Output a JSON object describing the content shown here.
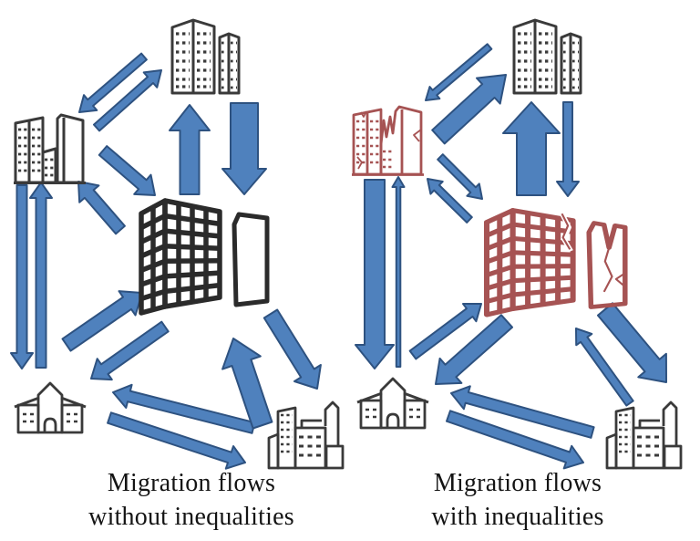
{
  "colors": {
    "background": "#ffffff",
    "arrow_fill": "#4f81bd",
    "arrow_stroke": "#2e5280",
    "building_dark": "#2b2b2b",
    "building_outline": "#3a3a3a",
    "building_red": "#a65353",
    "text_color": "#141414"
  },
  "panels": {
    "left": {
      "caption_line1": "Migration flows",
      "caption_line2": "without inequalities",
      "icons": [
        "skyscraper-pair-icon",
        "midrise-buildings-icon",
        "large-building-icon",
        "house-icon",
        "city-buildings-icon"
      ]
    },
    "right": {
      "caption_line1": "Migration flows",
      "caption_line2": "with inequalities",
      "icons": [
        "skyscraper-pair-icon",
        "damaged-midrise-buildings-icon",
        "damaged-large-building-icon",
        "house-icon",
        "city-buildings-icon"
      ]
    }
  }
}
